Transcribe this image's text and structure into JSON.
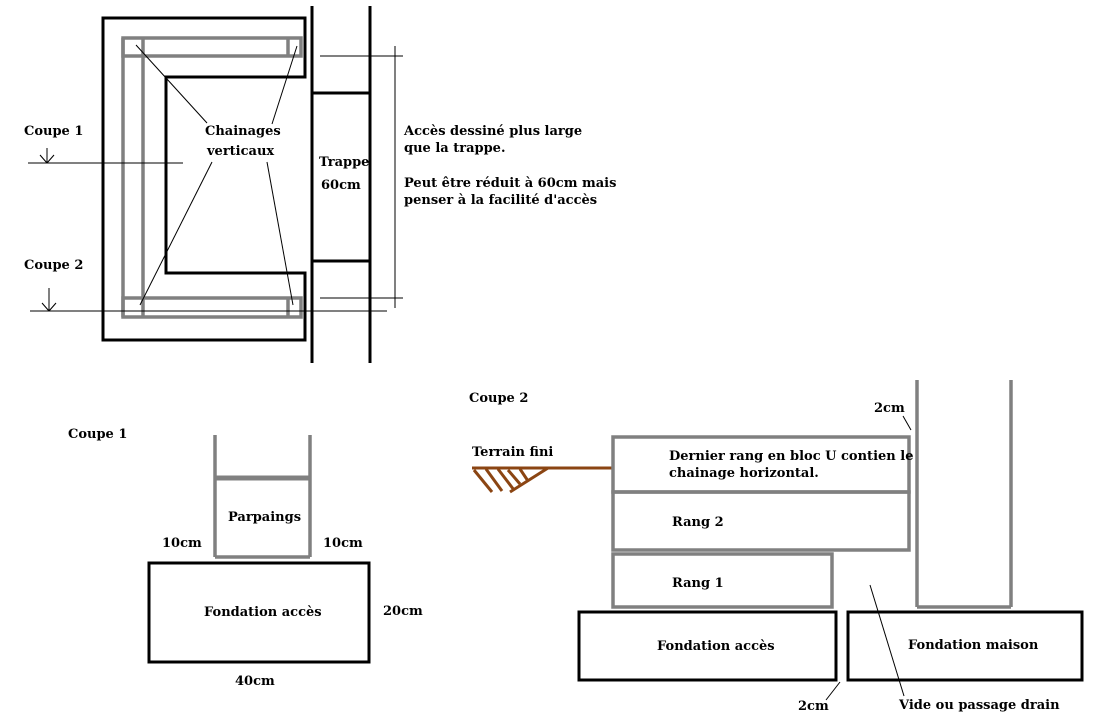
{
  "plan": {
    "coupe1": "Coupe 1",
    "coupe2": "Coupe 2",
    "chainages_line1": "Chainages",
    "chainages_line2": "verticaux",
    "trappe": "Trappe",
    "trappe_size": "60cm",
    "note_line1": "Accès dessiné plus large",
    "note_line2": "que la trappe.",
    "note_line3": "Peut être réduit à 60cm mais",
    "note_line4": "penser à la facilité d'accès"
  },
  "section1": {
    "title": "Coupe 1",
    "parpaings": "Parpaings",
    "left_offset": "10cm",
    "right_offset": "10cm",
    "foundation": "Fondation accès",
    "height": "20cm",
    "width": "40cm"
  },
  "section2": {
    "title": "Coupe 2",
    "ground": "Terrain fini",
    "top_row_line1": "Dernier rang en bloc U contien le",
    "top_row_line2": "chainage horizontal.",
    "row2": "Rang 2",
    "row1": "Rang 1",
    "foundation_access": "Fondation accès",
    "foundation_house": "Fondation maison",
    "gap_top": "2cm",
    "gap_bottom": "2cm",
    "drain": "Vide ou passage drain"
  },
  "colors": {
    "outline": "#000000",
    "block": "#808080",
    "ground": "#8B4513"
  }
}
